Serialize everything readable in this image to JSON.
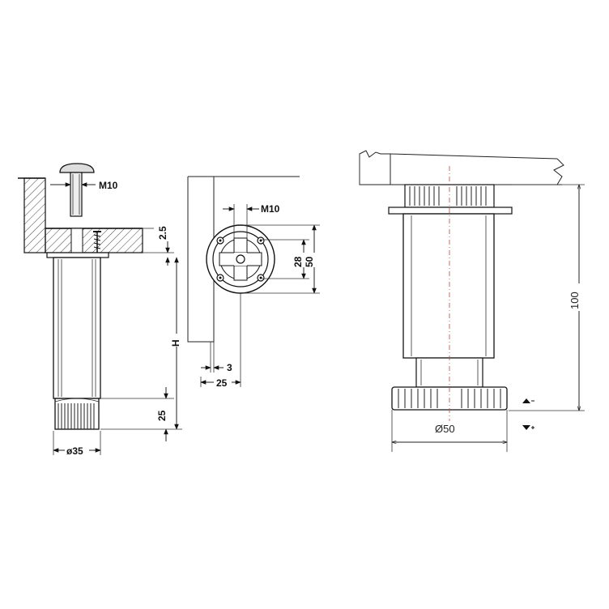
{
  "left_view": {
    "bolt_label": "M10",
    "gap_label": "2.5",
    "height_label": "H",
    "adjust_label": "25",
    "diameter_label": "ø35"
  },
  "middle_view": {
    "bolt_label": "M10",
    "inner_label": "28",
    "outer_label": "50",
    "offset_label": "3",
    "distance_label": "25"
  },
  "right_view": {
    "height_label": "100",
    "diameter_label": "Ø50"
  }
}
